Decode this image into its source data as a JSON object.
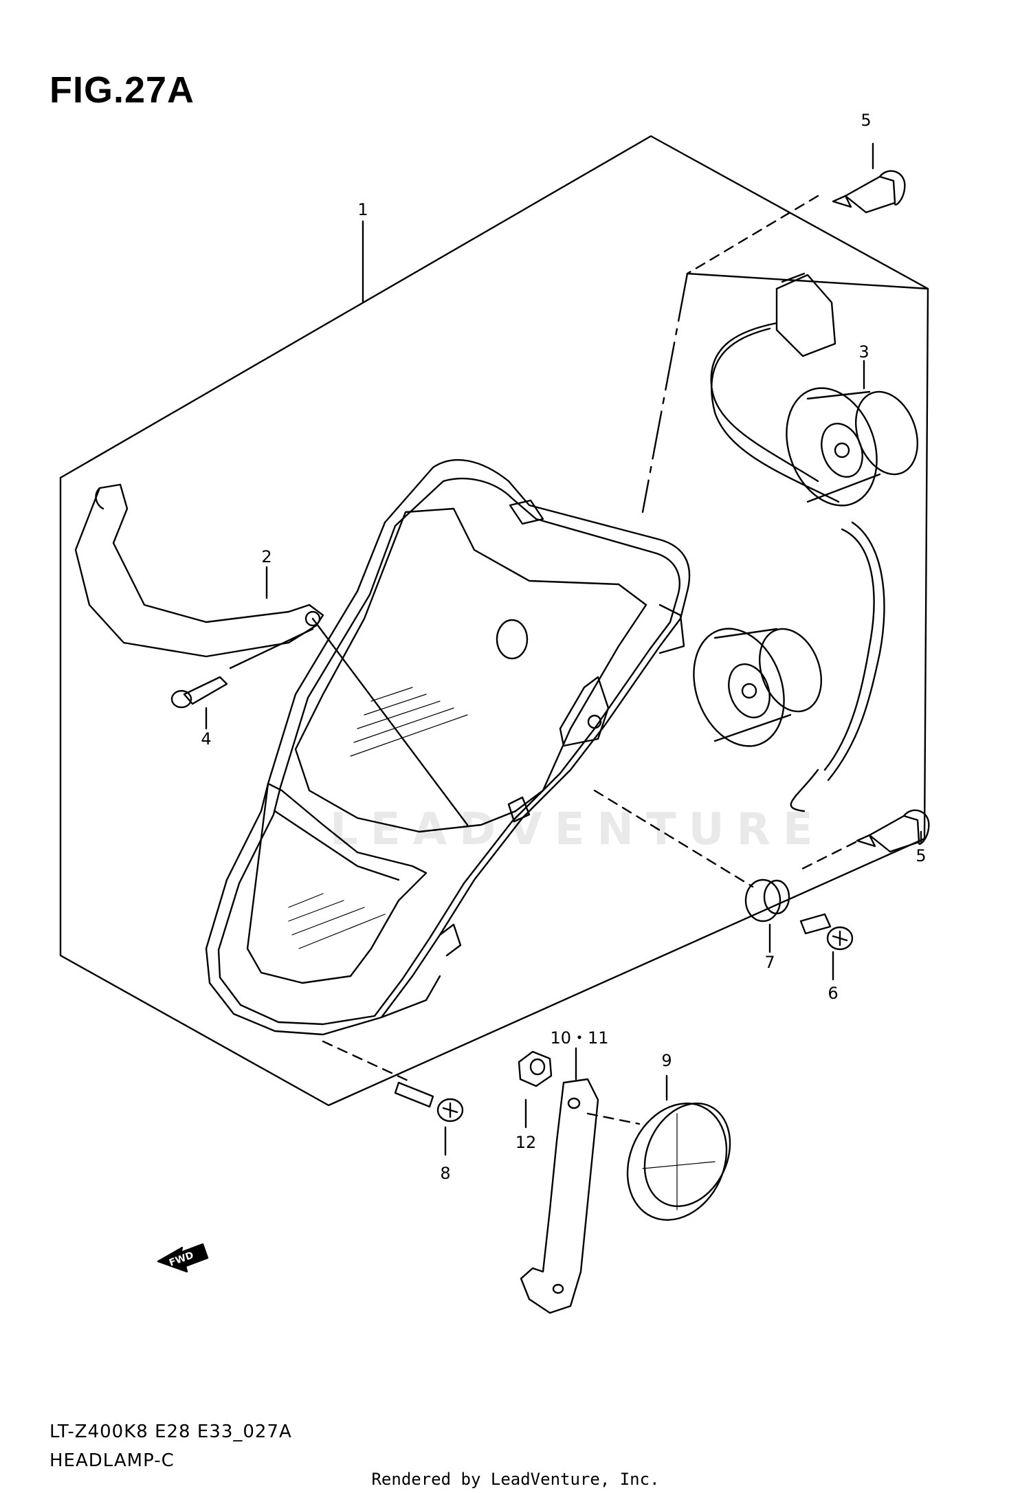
{
  "figure": {
    "title": "FIG.27A",
    "model_code": "LT-Z400K8 E28 E33_027A",
    "part_name": "HEADLAMP-C",
    "watermark": "LEADVENTURE",
    "fwd_label": "FWD"
  },
  "callouts": [
    {
      "id": "1",
      "label": "1"
    },
    {
      "id": "2",
      "label": "2"
    },
    {
      "id": "3",
      "label": "3"
    },
    {
      "id": "4",
      "label": "4"
    },
    {
      "id": "5a",
      "label": "5"
    },
    {
      "id": "5b",
      "label": "5"
    },
    {
      "id": "6",
      "label": "6"
    },
    {
      "id": "7",
      "label": "7"
    },
    {
      "id": "8",
      "label": "8"
    },
    {
      "id": "9",
      "label": "9"
    },
    {
      "id": "10-11",
      "label": "10・11"
    },
    {
      "id": "12",
      "label": "12"
    }
  ],
  "footer": {
    "credit": "Rendered by LeadVenture, Inc."
  },
  "colors": {
    "line": "#000000",
    "background": "#ffffff",
    "watermark": "#e9e9e9"
  }
}
